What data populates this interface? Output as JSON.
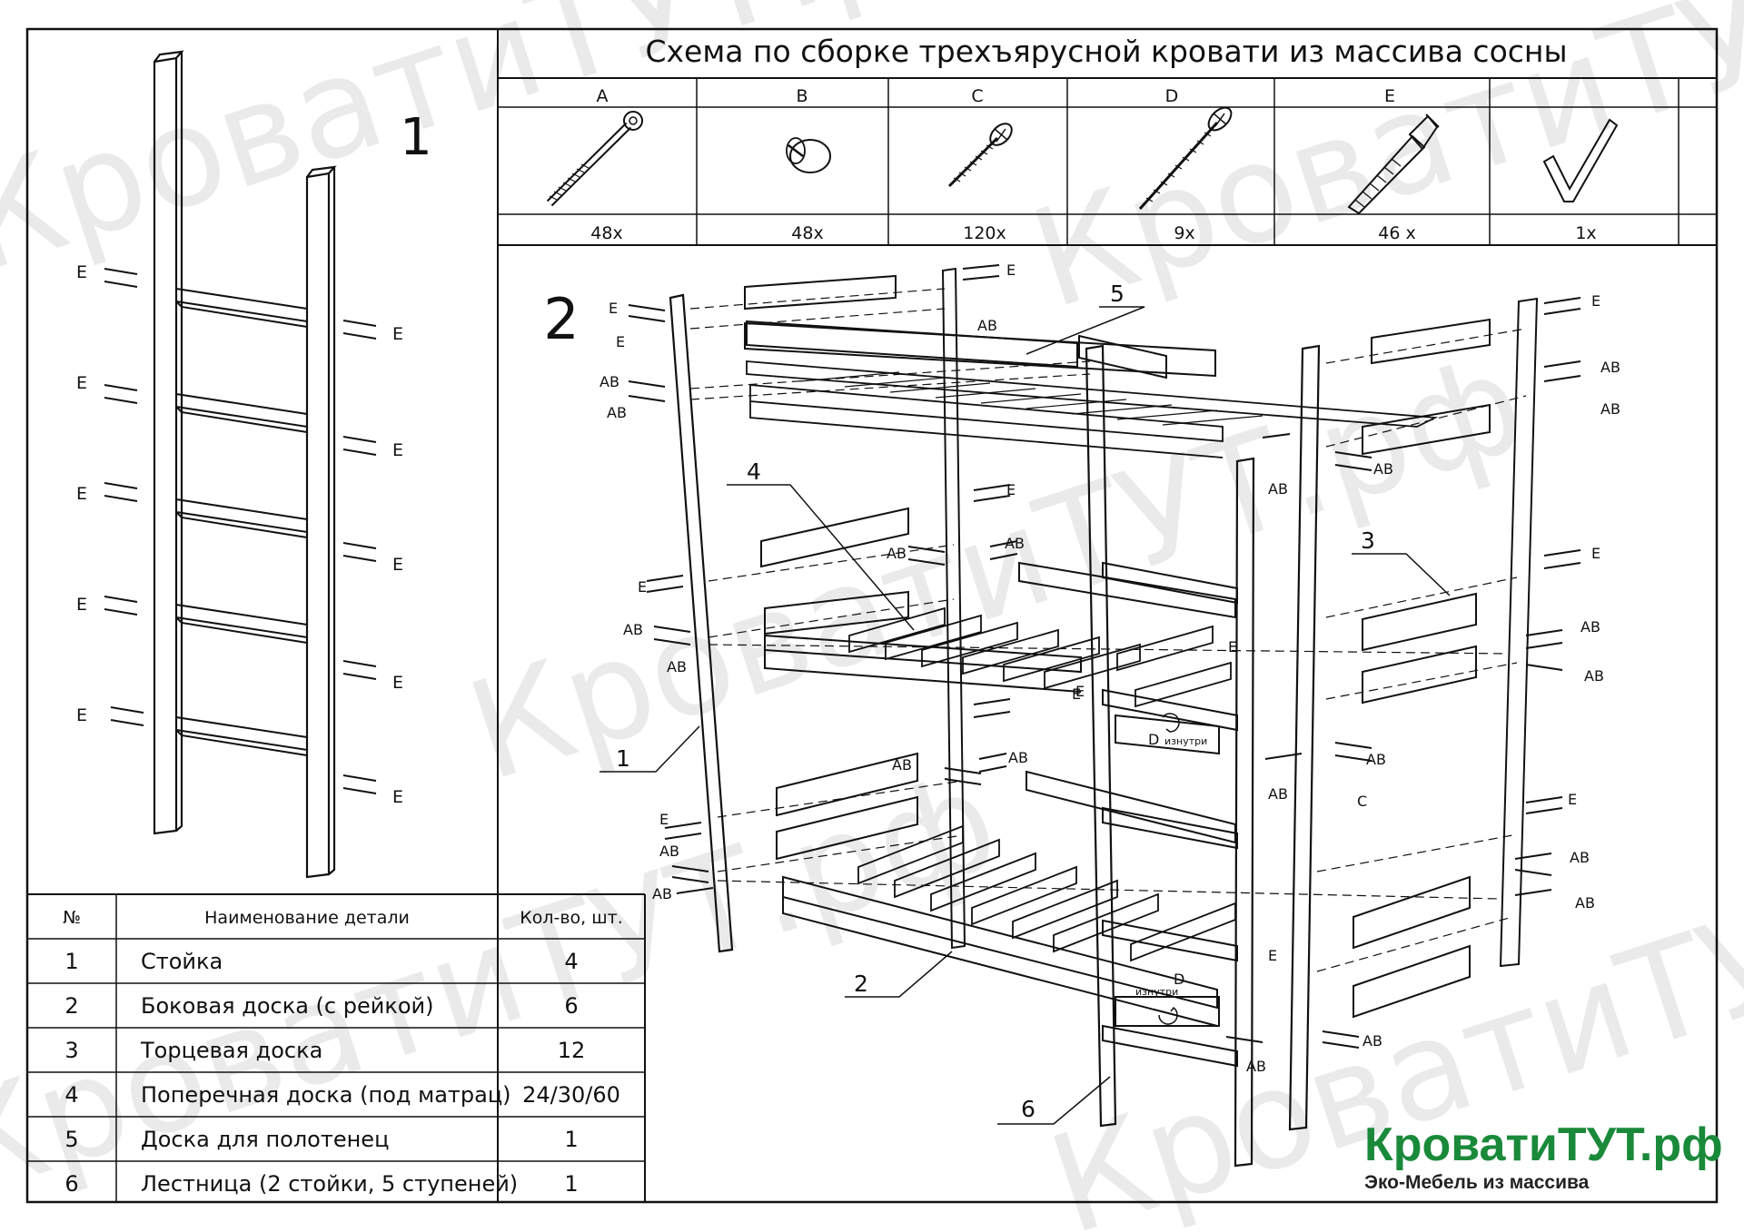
{
  "title": "Схема по сборке трехъярусной кровати из массива сосны",
  "section_labels": {
    "ladder": "1",
    "assembly": "2"
  },
  "fasteners": [
    {
      "letter": "A",
      "count": "48x",
      "icon": "bolt-icon"
    },
    {
      "letter": "B",
      "count": "48x",
      "icon": "barrel-nut-icon"
    },
    {
      "letter": "C",
      "count": "120x",
      "icon": "short-screw-icon"
    },
    {
      "letter": "D",
      "count": "9x",
      "icon": "long-screw-icon"
    },
    {
      "letter": "E",
      "count": "46 x",
      "icon": "confirmat-screw-icon"
    },
    {
      "letter": "",
      "count": "1x",
      "icon": "hex-key-icon"
    }
  ],
  "parts_table": {
    "headers": {
      "num": "№",
      "name": "Наименование детали",
      "qty": "Кол-во, шт."
    },
    "rows": [
      {
        "num": "1",
        "name": "Стойка",
        "qty": "4"
      },
      {
        "num": "2",
        "name": "Боковая доска (с рейкой)",
        "qty": "6"
      },
      {
        "num": "3",
        "name": "Торцевая доска",
        "qty": "12"
      },
      {
        "num": "4",
        "name": "Поперечная доска (под матрац)",
        "qty": "24/30/60"
      },
      {
        "num": "5",
        "name": " Доска для полотенец",
        "qty": "1"
      },
      {
        "num": "6",
        "name": "Лестница (2 стойки, 5 ступеней)",
        "qty": "1"
      }
    ]
  },
  "callouts": {
    "c1": "1",
    "c2": "2",
    "c3": "3",
    "c4": "4",
    "c5": "5",
    "c6": "6"
  },
  "labels": {
    "e": "E",
    "ab": "AB",
    "c": "C",
    "d": "D",
    "inside": "изнутри"
  },
  "watermark": "КроватиТУТ.рф",
  "brand": {
    "name": "КроватиТУТ.рф",
    "tagline": "Эко-Мебель из массива",
    "color": "#1a8a3a"
  }
}
